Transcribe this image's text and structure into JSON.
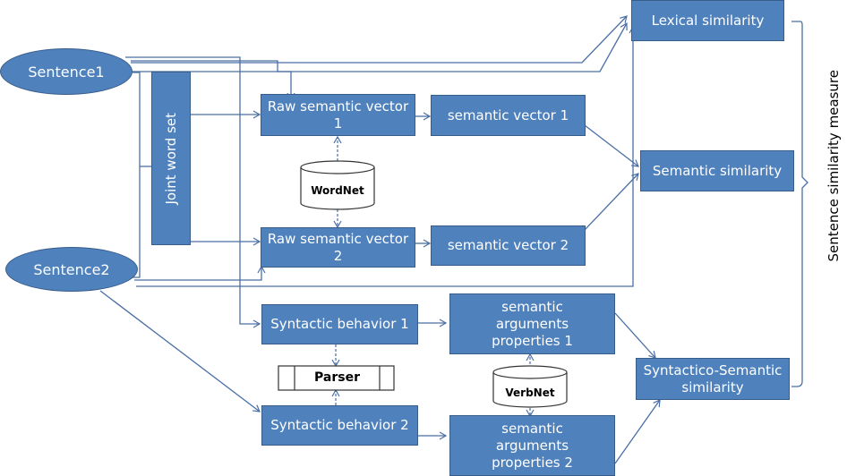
{
  "inputs": {
    "sentence1": "Sentence1",
    "sentence2": "Sentence2"
  },
  "joint_word_set": "Joint word set",
  "semantic_path": {
    "raw_vector_1": "Raw semantic vector 1",
    "raw_vector_2": "Raw semantic vector 2",
    "semantic_vector_1": "semantic vector 1",
    "semantic_vector_2": "semantic vector 2",
    "wordnet": "WordNet"
  },
  "syntactic_path": {
    "syntactic_behavior_1": "Syntactic behavior 1",
    "syntactic_behavior_2": "Syntactic behavior 2",
    "parser": "Parser",
    "semantic_args_1": "semantic arguments properties 1",
    "semantic_args_2": "semantic arguments properties 2",
    "verbnet": "VerbNet"
  },
  "outputs": {
    "lexical_similarity": "Lexical similarity",
    "semantic_similarity": "Semantic similarity",
    "syntactico_semantic_similarity": "Syntactico-Semantic similarity"
  },
  "measure_label": "Sentence similarity  measure",
  "colors": {
    "box_fill": "#4f81bd",
    "box_border": "#385d8a",
    "line": "#4a6fa5"
  }
}
